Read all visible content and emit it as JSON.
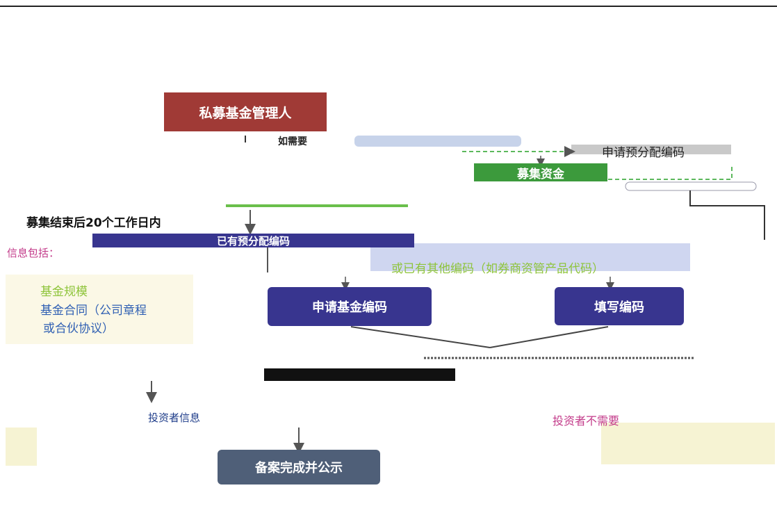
{
  "nodes": {
    "manager": "私募基金管理人",
    "raise": "募集资金",
    "existing_code": "已有预分配编码",
    "apply_fund_code": "申请基金编码",
    "fill_code": "填写编码",
    "done": "备案完成并公示"
  },
  "labels": {
    "if_needed": "如需要",
    "apply_pre_code": "申请预分配编码",
    "after_raise": "募集结束后20个工作日内",
    "other_code": "或已有其他编码（如券商资管产品代码）",
    "info_includes": "信息包括：",
    "fund_scale": "基金规模",
    "fund_contract": "基金合同（公司章程",
    "partnership": "或合伙协议）",
    "investor_info": "投资者信息",
    "investor_no_need": "投资者不需要"
  },
  "colors": {
    "manager": "#a03a36",
    "raise": "#3c9a3c",
    "navy": "#38358f",
    "done": "#4f5f78",
    "green_text": "#8ec43a",
    "pink_text": "#c33b8a",
    "blue_text": "#2f5fb3",
    "dashed": "#5cb85c"
  }
}
